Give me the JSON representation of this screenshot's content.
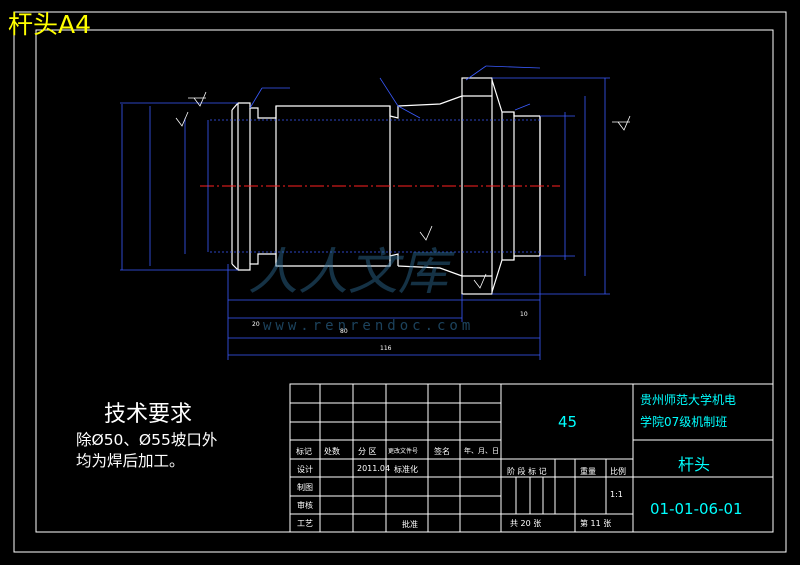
{
  "title": "杆头A4",
  "technical_requirements": {
    "heading": "技术要求",
    "lines": [
      "除Ø50、Ø55坡口外",
      "均为焊后加工。"
    ]
  },
  "title_block": {
    "material": "45",
    "school": [
      "贵州师范大学机电",
      "学院07级机制班"
    ],
    "part_name": "杆头",
    "drawing_no": "01-01-06-01",
    "header_row": [
      "标记",
      "处数",
      "分 区",
      "更改文件号",
      "签名",
      "年、月、日"
    ],
    "row_design": "设计",
    "row_draw": "制图",
    "row_check": "审核",
    "row_process": "工艺",
    "design_date": "2011.04",
    "standardize": "标准化",
    "approve": "批准",
    "stage_labels": "阶 段 标 记",
    "weight": "重量",
    "scale": "比例",
    "scale_value": "1:1",
    "total": "共 20 张",
    "sheet": "第 11 张"
  },
  "dimensions": {
    "overall_length": "116",
    "length_80": "80",
    "length_10": "10",
    "length_20": "20"
  },
  "watermark": {
    "text": "人人文库",
    "url": "www.renrendoc.com"
  }
}
